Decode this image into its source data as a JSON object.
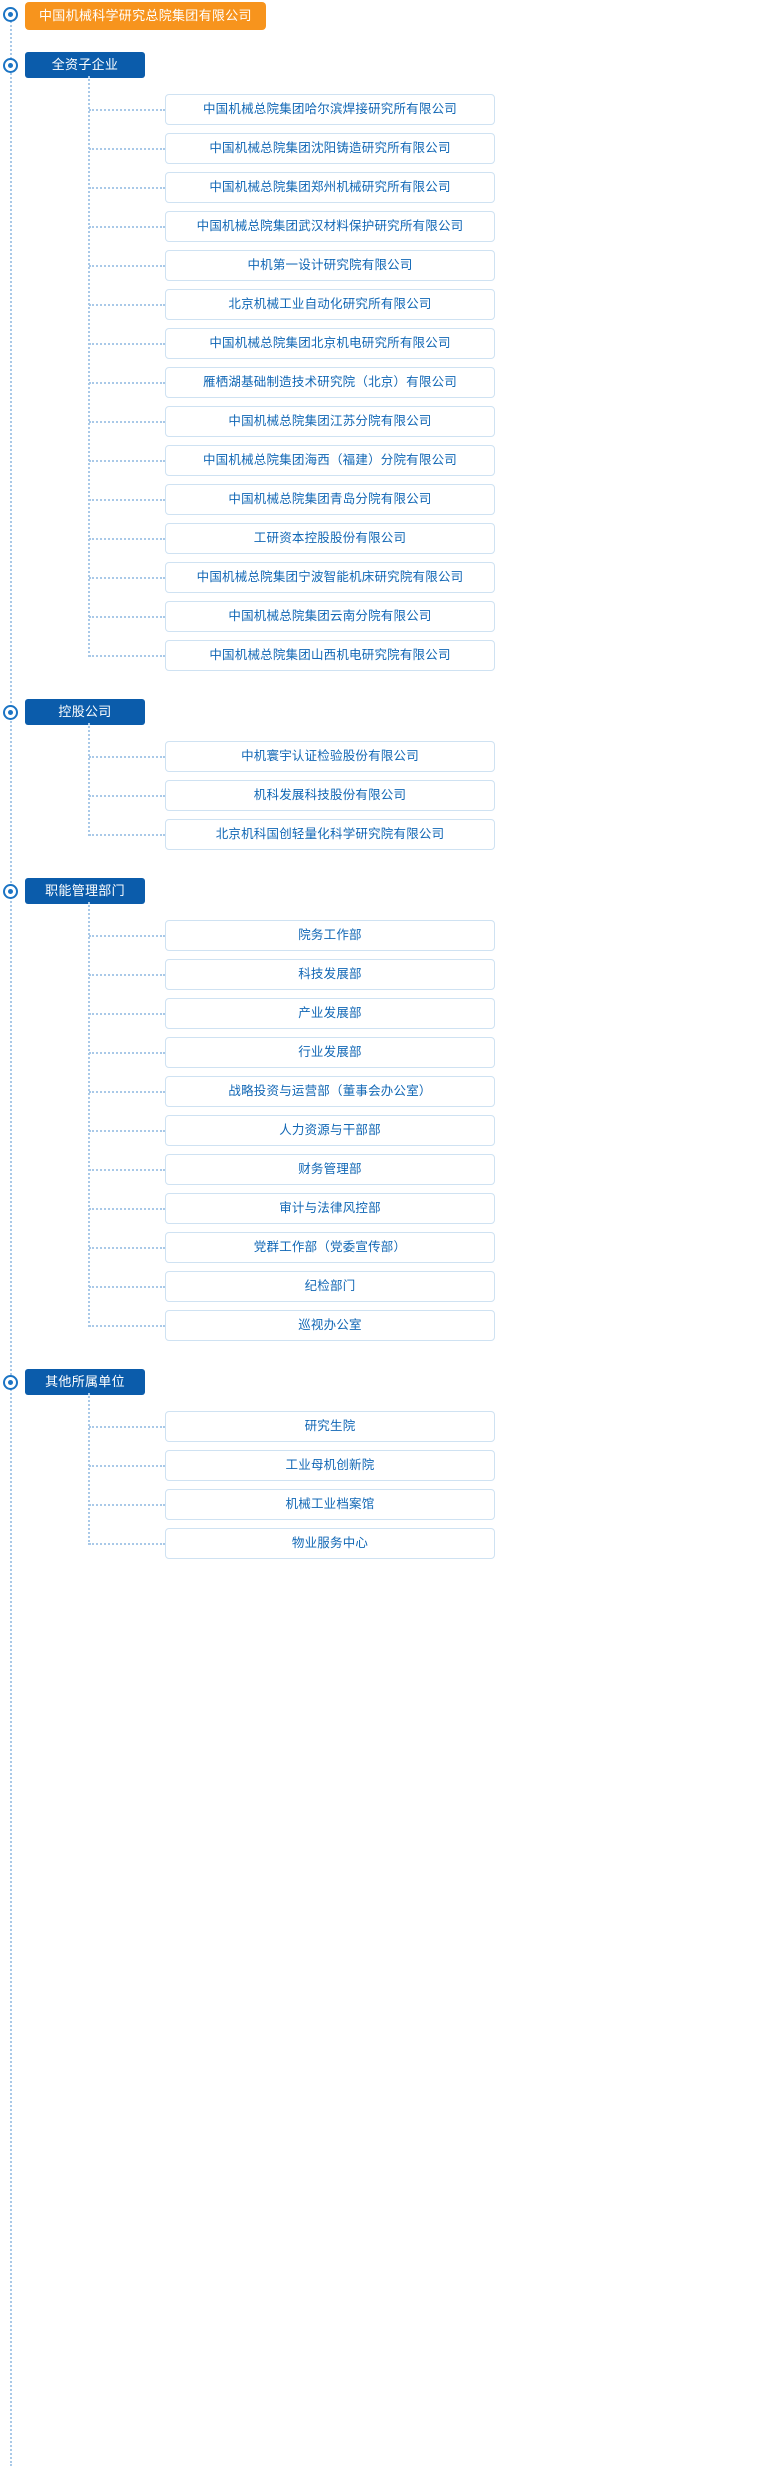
{
  "colors": {
    "root_bg": "#f7941d",
    "section_bg": "#0b5cab",
    "node_text": "#1167b5",
    "node_border": "#cfe2f2",
    "connector": "#a9c9e8",
    "marker": "#1b74c4"
  },
  "root": {
    "label": "中国机械科学研究总院集团有限公司"
  },
  "sections": [
    {
      "title": "全资子企业",
      "children": [
        "中国机械总院集团哈尔滨焊接研究所有限公司",
        "中国机械总院集团沈阳铸造研究所有限公司",
        "中国机械总院集团郑州机械研究所有限公司",
        "中国机械总院集团武汉材料保护研究所有限公司",
        "中机第一设计研究院有限公司",
        "北京机械工业自动化研究所有限公司",
        "中国机械总院集团北京机电研究所有限公司",
        "雁栖湖基础制造技术研究院（北京）有限公司",
        "中国机械总院集团江苏分院有限公司",
        "中国机械总院集团海西（福建）分院有限公司",
        "中国机械总院集团青岛分院有限公司",
        "工研资本控股股份有限公司",
        "中国机械总院集团宁波智能机床研究院有限公司",
        "中国机械总院集团云南分院有限公司",
        "中国机械总院集团山西机电研究院有限公司"
      ]
    },
    {
      "title": "控股公司",
      "children": [
        "中机寰宇认证检验股份有限公司",
        "机科发展科技股份有限公司",
        "北京机科国创轻量化科学研究院有限公司"
      ]
    },
    {
      "title": "职能管理部门",
      "children": [
        "院务工作部",
        "科技发展部",
        "产业发展部",
        "行业发展部",
        "战略投资与运营部（董事会办公室）",
        "人力资源与干部部",
        "财务管理部",
        "审计与法律风控部",
        "党群工作部（党委宣传部）",
        "纪检部门",
        "巡视办公室"
      ]
    },
    {
      "title": "其他所属单位",
      "children": [
        "研究生院",
        "工业母机创新院",
        "机械工业档案馆",
        "物业服务中心"
      ]
    }
  ]
}
